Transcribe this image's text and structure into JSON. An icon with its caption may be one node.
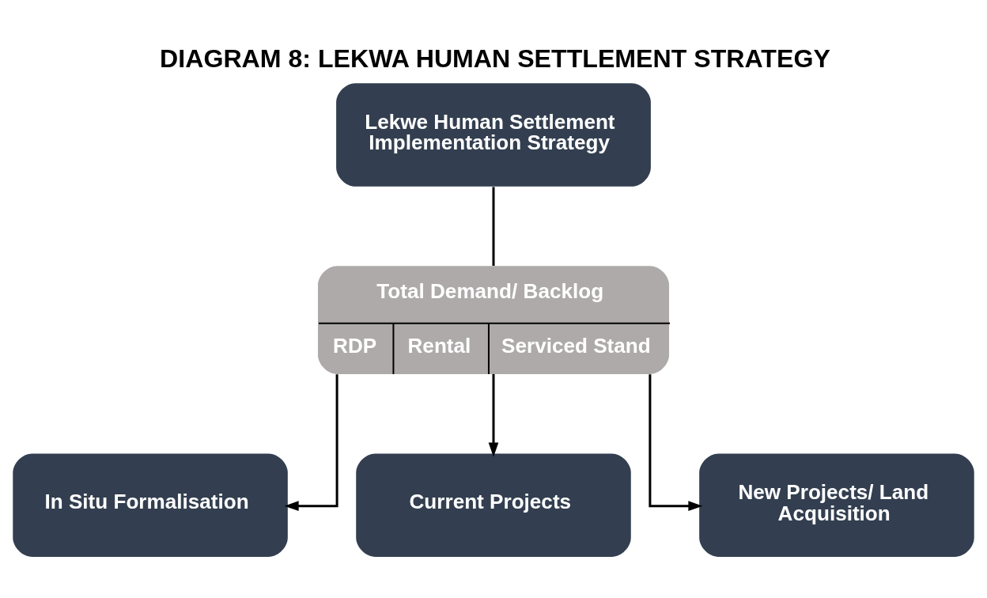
{
  "diagram": {
    "title": "DIAGRAM 8: LEKWA HUMAN SETTLEMENT STRATEGY",
    "nodes": [
      {
        "text": [
          "Lekwe Human Settlement Implementation Strategy"
        ]
      },
      {
        "text": [
          "Total Demand/ Backlog",
          "RDP",
          "Rental",
          "Serviced Stand"
        ]
      },
      {
        "text": [
          "In Situ Formalisation"
        ]
      },
      {
        "text": [
          "Current Projects"
        ]
      },
      {
        "text": [
          "New Projects/ Land Acquisition"
        ]
      }
    ],
    "edges": [
      {
        "from": 0,
        "to": 1,
        "arrow": "none"
      },
      {
        "from": 1,
        "to": 2,
        "arrow": "to"
      },
      {
        "from": 1,
        "to": 3,
        "arrow": "to"
      },
      {
        "from": 1,
        "to": 4,
        "arrow": "to"
      }
    ]
  }
}
